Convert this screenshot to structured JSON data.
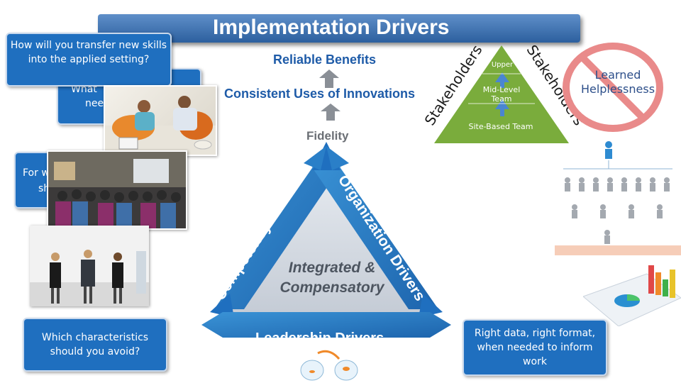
{
  "title": "Implementation Drivers",
  "questions": {
    "transfer": "How will you transfer new skills into the applied setting?",
    "hidden_mid": "What",
    "hidden_mid2": "nee",
    "for_who": "For w",
    "for_who2": "sh",
    "avoid": "Which characteristics should you avoid?",
    "right_data": "Right data, right format, when needed to inform work"
  },
  "flow": {
    "reliable": "Reliable Benefits",
    "consistent": "Consistent Uses of Innovations",
    "fidelity": "Fidelity"
  },
  "stakeholder_pyramid": {
    "left_label": "Stakeholders",
    "right_label": "Stakeholders",
    "upper": "Upper",
    "mid": "Mid-Level Team",
    "site": "Site-Based Team"
  },
  "learned_helplessness": "Learned Helplessness",
  "triangle": {
    "competency": "Competency Drivers",
    "organization": "Organization Drivers",
    "center": "Integrated & Compensatory",
    "leadership": "Leadership Drivers"
  },
  "colors": {
    "accent_blue": "#1f6fbf",
    "driver_blue": "#1e5ba8",
    "triangle_blue": "#2b7fc4",
    "pyramid_green": "#78a83a",
    "no_sign_red": "#e55b5b"
  }
}
